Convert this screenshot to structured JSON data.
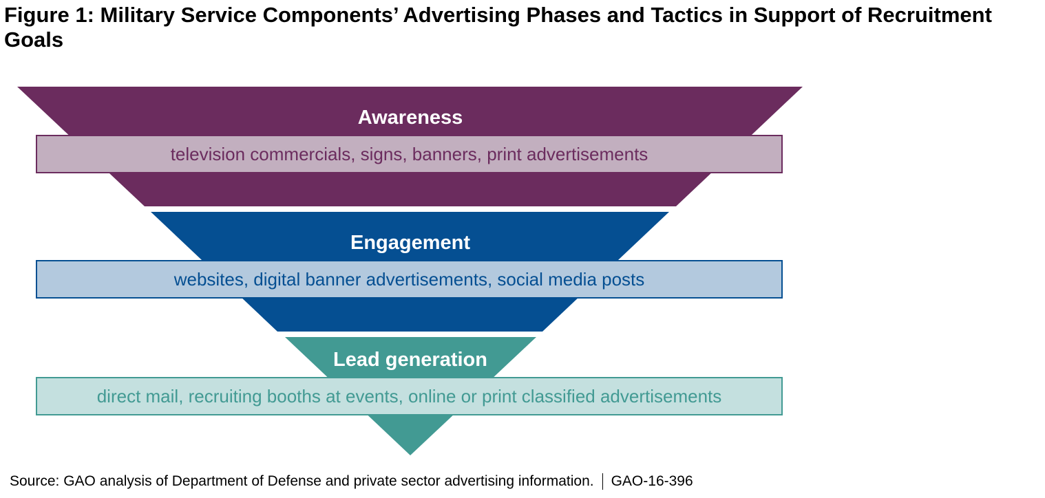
{
  "title": "Figure 1: Military Service Components’ Advertising Phases and Tactics in Support of Recruitment Goals",
  "phases": [
    {
      "label": "Awareness",
      "tactics": "television commercials, signs, banners, print advertisements",
      "color": "#6B2C5E",
      "light": "#C2AFBF"
    },
    {
      "label": "Engagement",
      "tactics": "websites, digital banner advertisements, social media posts",
      "color": "#054F92",
      "light": "#B3C9DE"
    },
    {
      "label": "Lead generation",
      "tactics": "direct mail, recruiting booths at events, online or print classified advertisements",
      "color": "#429A93",
      "light": "#C4E0DF"
    }
  ],
  "source": "Source: GAO analysis of Department of Defense and private sector advertising information.",
  "report_id": "GAO-16-396"
}
